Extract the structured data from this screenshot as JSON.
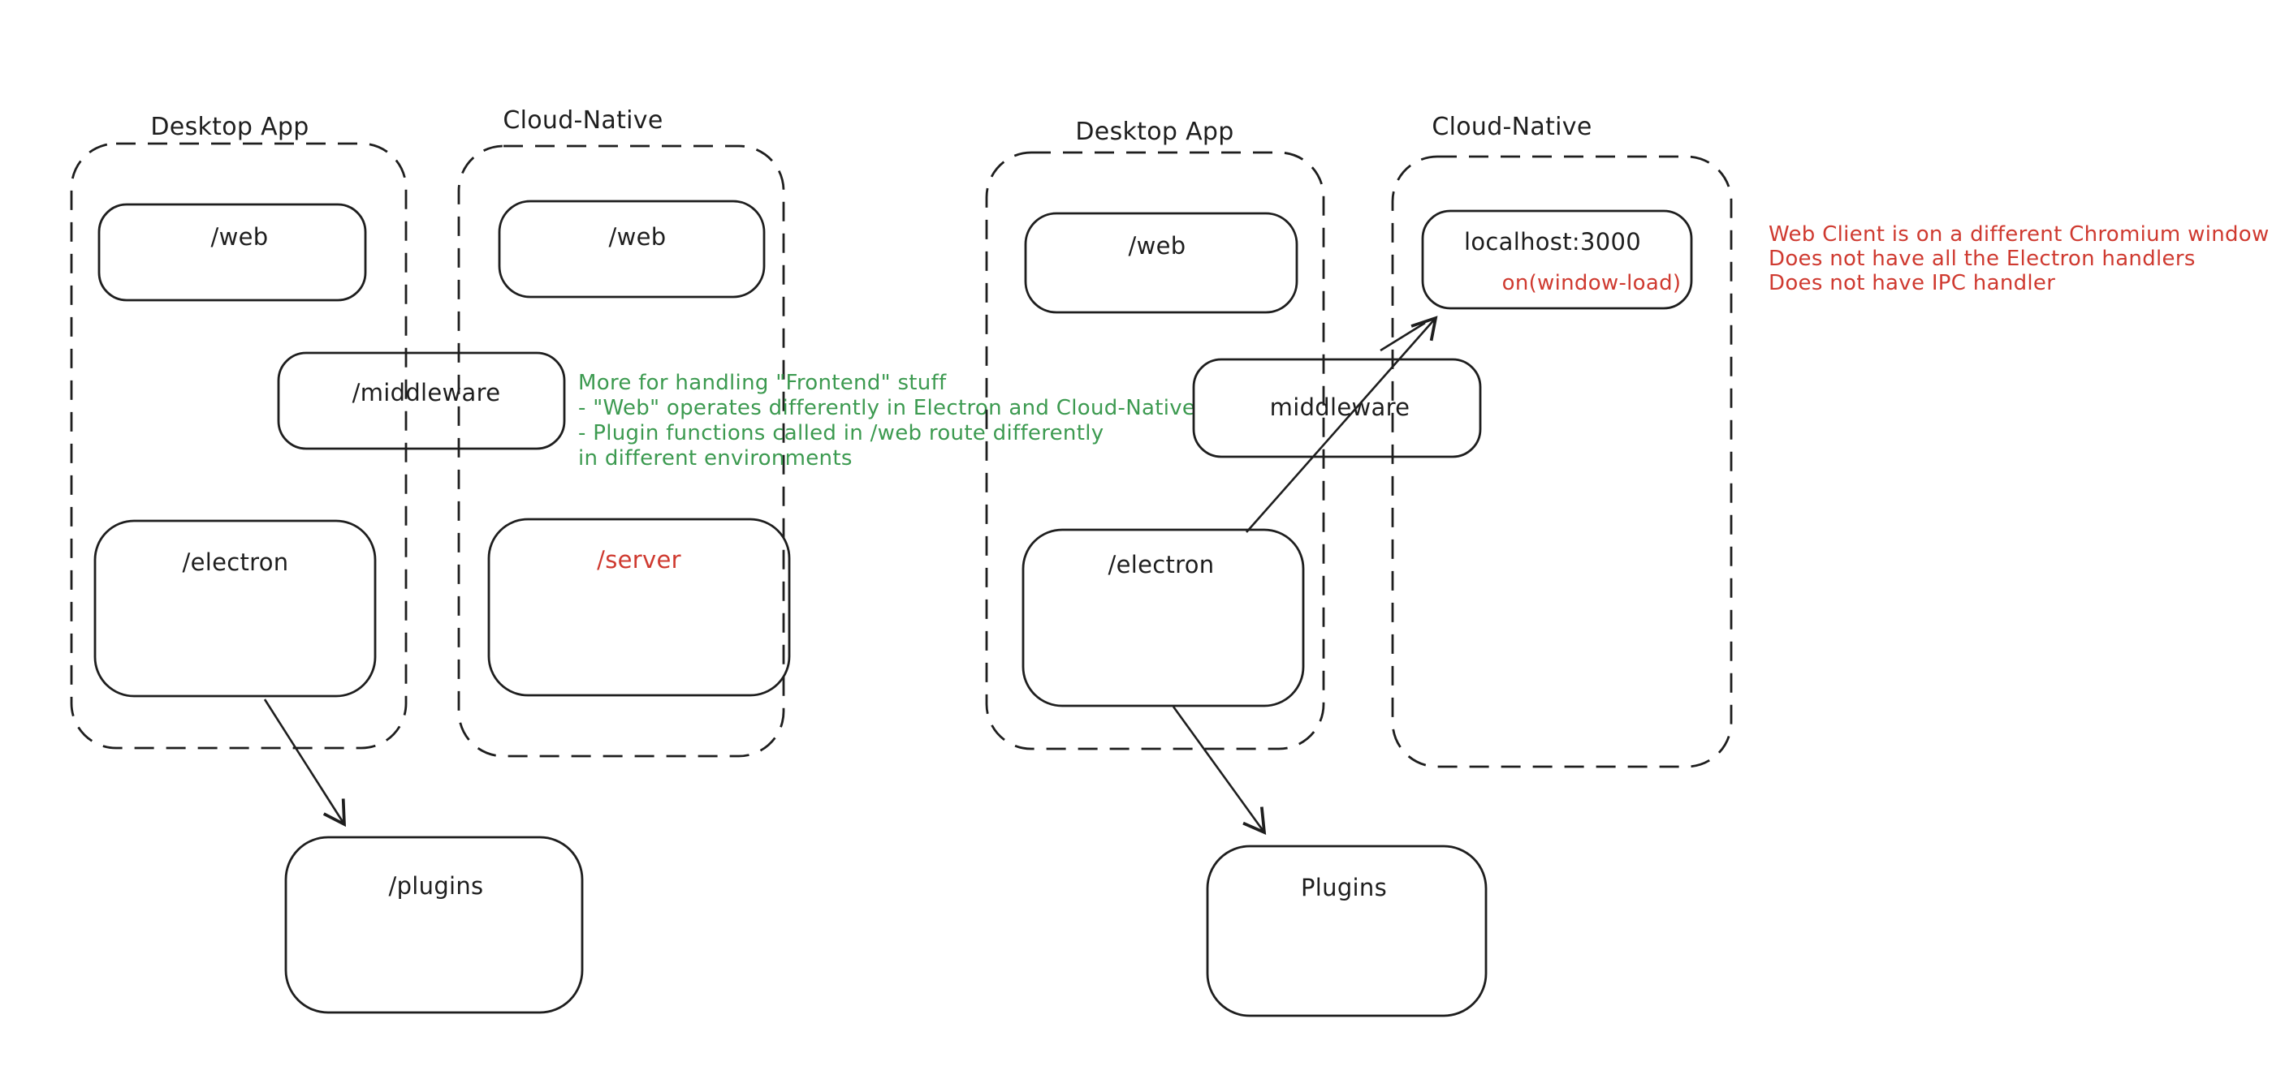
{
  "colors": {
    "ink": "#1e1e1e",
    "green": "#3c9a50",
    "red": "#cf3a30",
    "background": "#ffffff"
  },
  "diagram_left": {
    "desktop_container_label": "Desktop App",
    "cloud_container_label": "Cloud-Native",
    "desktop_web_box": "/web",
    "cloud_web_box": "/web",
    "middleware_box": "/middleware",
    "electron_box": "/electron",
    "server_box": "/server",
    "plugins_box": "/plugins",
    "note_lines": [
      "More for handling \"Frontend\" stuff",
      "- \"Web\" operates differently in Electron and Cloud-Native",
      "- Plugin functions called in /web route differently",
      "in different environments"
    ]
  },
  "diagram_right": {
    "desktop_container_label": "Desktop App",
    "cloud_container_label": "Cloud-Native",
    "web_box": "/web",
    "localhost_box": "localhost:3000",
    "localhost_sub_label": "on(window-load)",
    "middleware_box": "middleware",
    "electron_box": "/electron",
    "plugins_box": "Plugins",
    "note_lines": [
      "Web Client is on a different Chromium window",
      "Does not have all the Electron handlers",
      "Does not have IPC handler"
    ]
  }
}
